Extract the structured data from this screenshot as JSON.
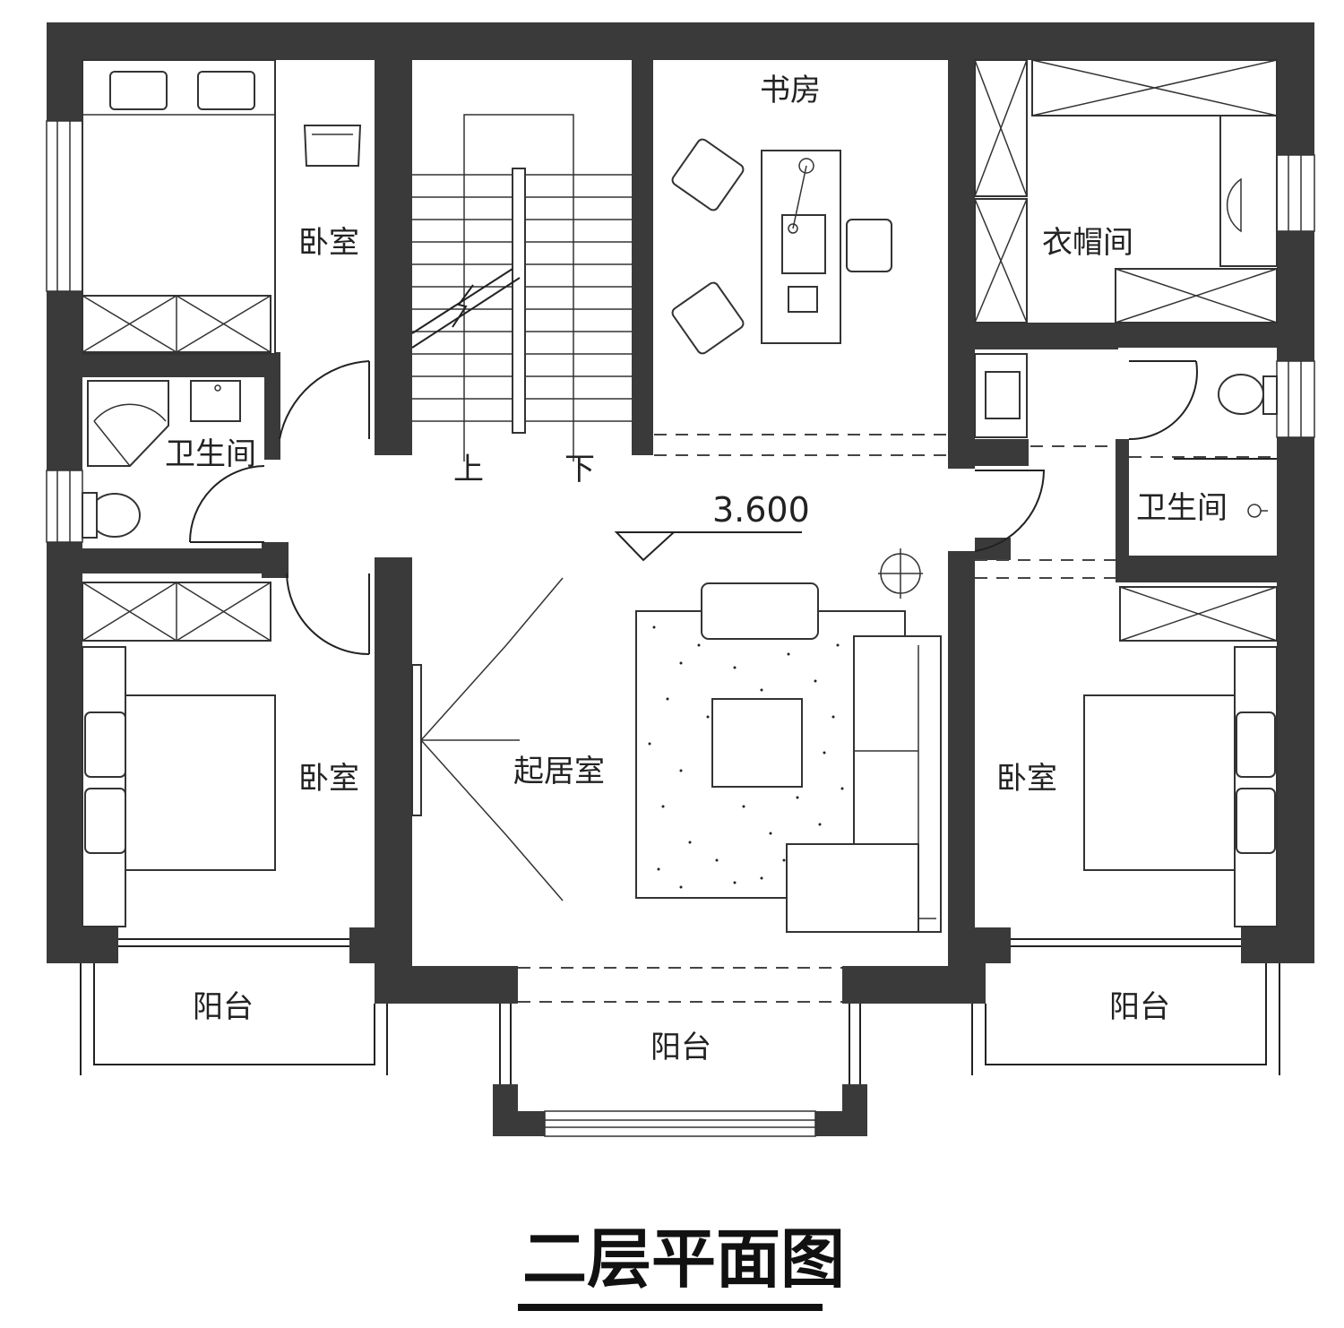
{
  "title": "二层平面图",
  "elevation": "3.600",
  "stair_labels": {
    "up": "上",
    "down": "下"
  },
  "rooms": {
    "bedroom_nw": "卧室",
    "bathroom_west": "卫生间",
    "study": "书房",
    "cloakroom": "衣帽间",
    "bathroom_east": "卫生间",
    "living_room": "起居室",
    "bedroom_sw": "卧室",
    "bedroom_se": "卧室",
    "balcony_west": "阳台",
    "balcony_center": "阳台",
    "balcony_east": "阳台"
  },
  "colors": {
    "wall": "#3a3a3a",
    "line": "#222222"
  }
}
